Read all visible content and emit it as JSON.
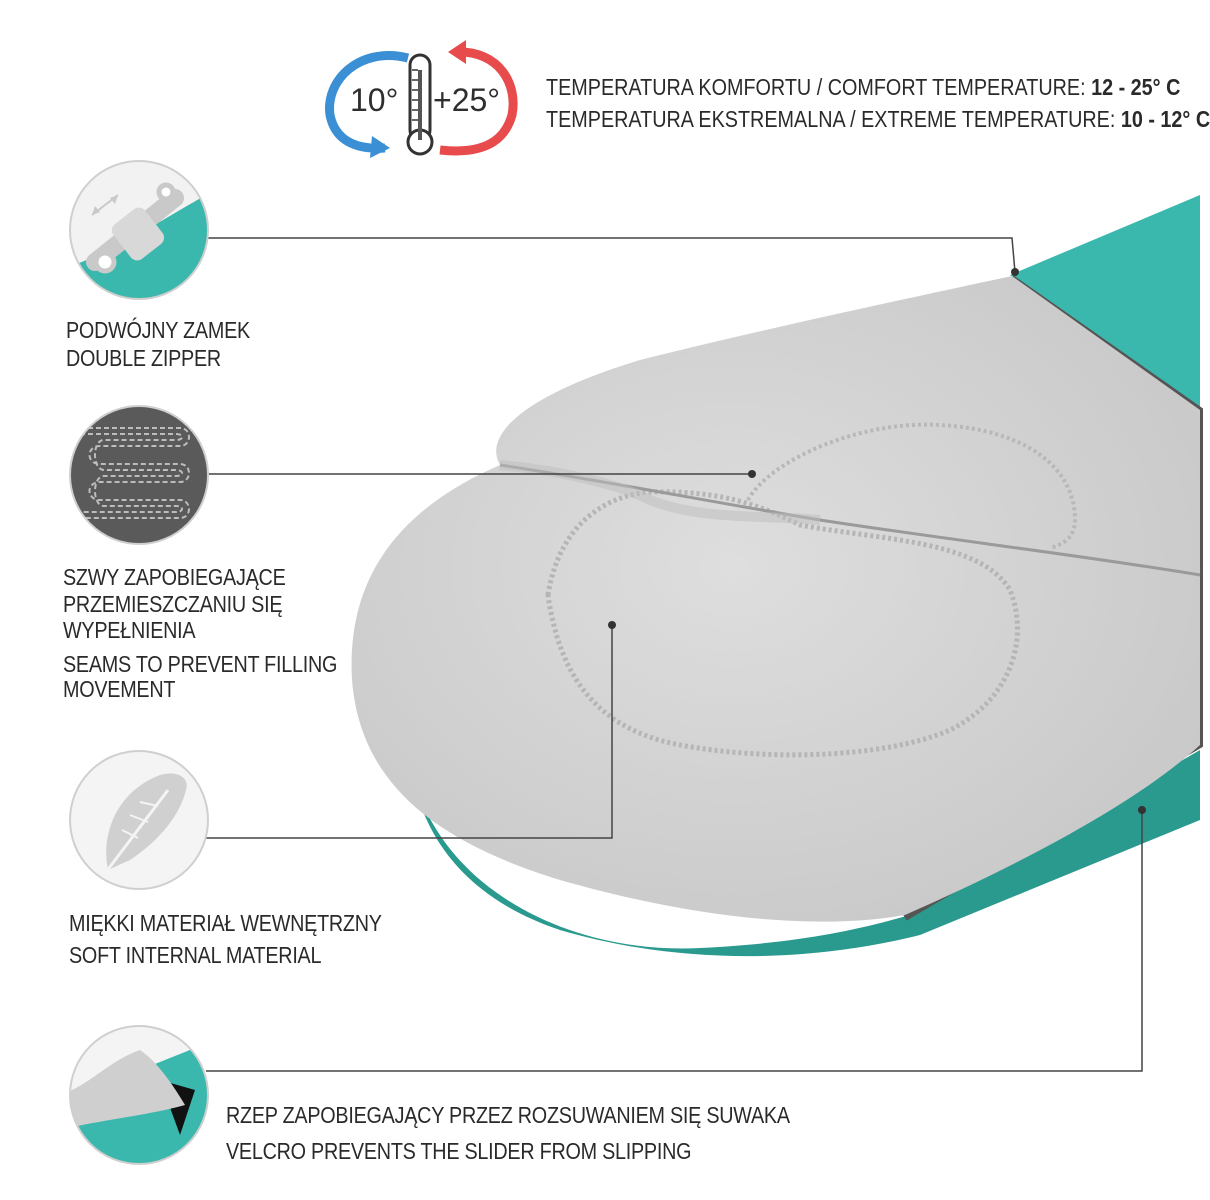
{
  "temperature": {
    "low_badge": "10°",
    "high_badge": "+25°",
    "comfort_label": "TEMPERATURA KOMFORTU / COMFORT TEMPERATURE:",
    "comfort_value": "12 - 25° C",
    "extreme_label": "TEMPERATURA EKSTREMALNA / EXTREME TEMPERATURE:",
    "extreme_value": "10 - 12° C"
  },
  "features": [
    {
      "icon": "zipper-icon",
      "lines": [
        "PODWÓJNY ZAMEK",
        "DOUBLE ZIPPER"
      ]
    },
    {
      "icon": "stitched-seams-icon",
      "lines": [
        "SZWY ZAPOBIEGAJĄCE",
        "PRZEMIESZCZANIU SIĘ",
        "WYPEŁNIENIA",
        "SEAMS TO PREVENT FILLING",
        "MOVEMENT"
      ]
    },
    {
      "icon": "feather-icon",
      "lines": [
        "MIĘKKI MATERIAŁ WEWNĘTRZNY",
        "SOFT INTERNAL MATERIAL"
      ]
    },
    {
      "icon": "velcro-flap-icon",
      "lines": [
        "RZEP ZAPOBIEGAJĄCY PRZEZ ROZSUWANIEM SIĘ SUWAKA",
        "VELCRO PREVENTS THE SLIDER FROM SLIPPING"
      ]
    }
  ],
  "colors": {
    "teal": "#3bb8ad",
    "teal_dark": "#2a9a8f",
    "lining_grey": "#d4d4d4",
    "seam_grey": "#b9b9b9",
    "leader_line": "#444444",
    "cold_arrow": "#3b8fd4",
    "warm_arrow": "#e84b4b"
  }
}
